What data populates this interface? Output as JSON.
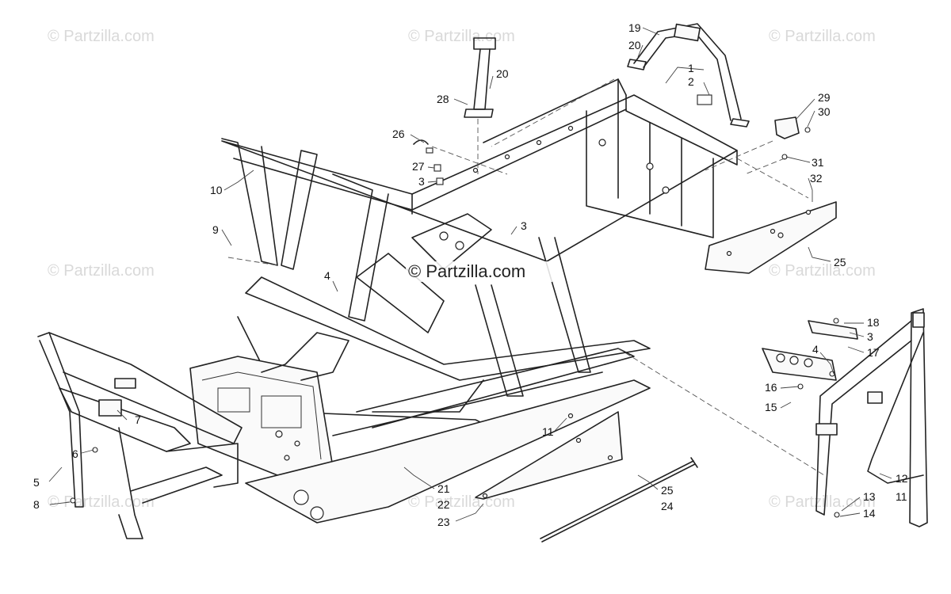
{
  "watermark": {
    "text": "© Partzilla.com",
    "center_text": "© Partzilla.com"
  },
  "callouts": {
    "c1": "1",
    "c2": "2",
    "c3a": "3",
    "c3b": "3",
    "c3c": "3",
    "c4a": "4",
    "c4b": "4",
    "c5": "5",
    "c6": "6",
    "c7": "7",
    "c8": "8",
    "c9": "9",
    "c10": "10",
    "c11a": "11",
    "c11b": "11",
    "c12": "12",
    "c13": "13",
    "c14": "14",
    "c15": "15",
    "c16": "16",
    "c17": "17",
    "c18": "18",
    "c19": "19",
    "c20a": "20",
    "c20b": "20",
    "c21": "21",
    "c22": "22",
    "c23": "23",
    "c24": "24",
    "c25a": "25",
    "c25b": "25",
    "c26": "26",
    "c27": "27",
    "c28": "28",
    "c29": "29",
    "c30": "30",
    "c31": "31",
    "c32": "32"
  },
  "colors": {
    "line": "#222222",
    "watermark": "#d9d9d9",
    "background": "#ffffff"
  }
}
